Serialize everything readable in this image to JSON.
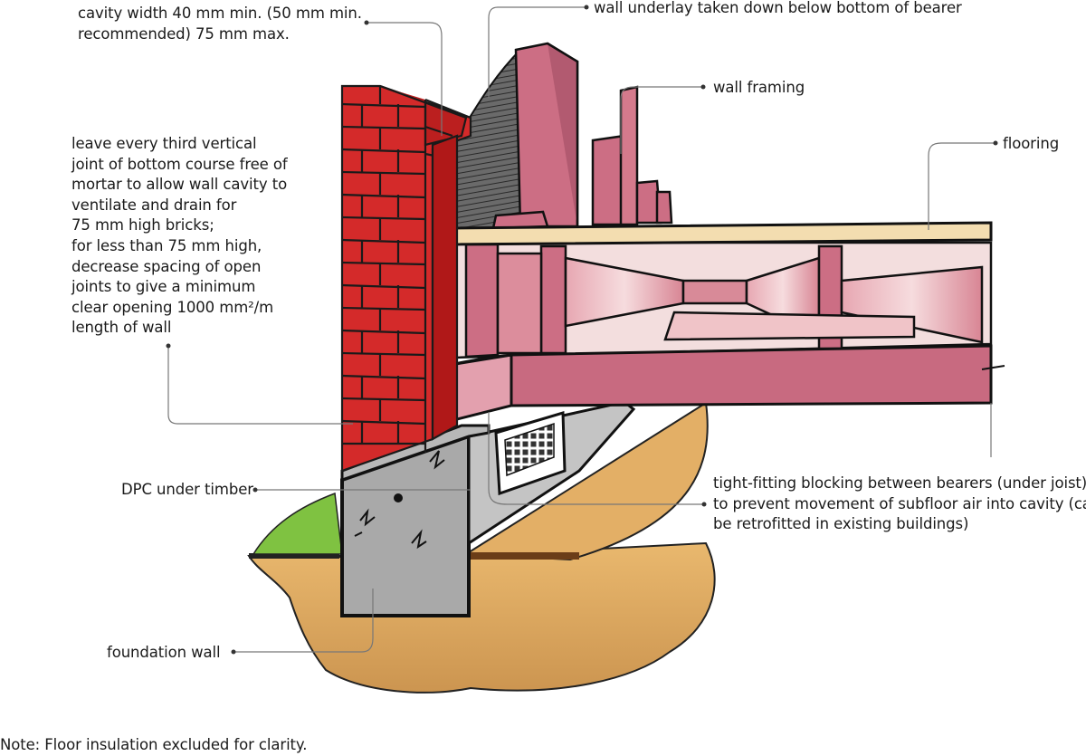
{
  "labels": {
    "cavity_width": [
      "cavity width 40 mm min. (50 mm min.",
      "recommended) 75 mm max."
    ],
    "wall_underlay": "wall underlay taken down below bottom of bearer",
    "wall_framing": "wall framing",
    "flooring": "flooring",
    "ventilation": [
      "leave every third vertical",
      "joint of bottom course free of",
      "mortar to allow wall cavity to",
      "ventilate and drain for",
      "75 mm high bricks;",
      "for less than 75 mm high,",
      "decrease spacing of open",
      "joints to give a minimum",
      "clear opening 1000 mm²/m",
      "length of wall"
    ],
    "dpc": "DPC under timber",
    "blocking": [
      "tight-fitting blocking between bearers (under joist)",
      "to prevent movement of subfloor air into cavity (can",
      "be retrofitted in existing buildings)"
    ],
    "foundation": "foundation wall",
    "note": "Note:  Floor insulation excluded for clarity."
  },
  "colors": {
    "brick": "#d42a2a",
    "timber": "#cc6e84",
    "timber_light": "#f0c4c8",
    "flooring": "#f3ddb0",
    "ground": "#d8a55c",
    "concrete": "#a8a8a8",
    "grass": "#7fc241",
    "underlay": "#5a5a5a",
    "leader": "#777777"
  }
}
